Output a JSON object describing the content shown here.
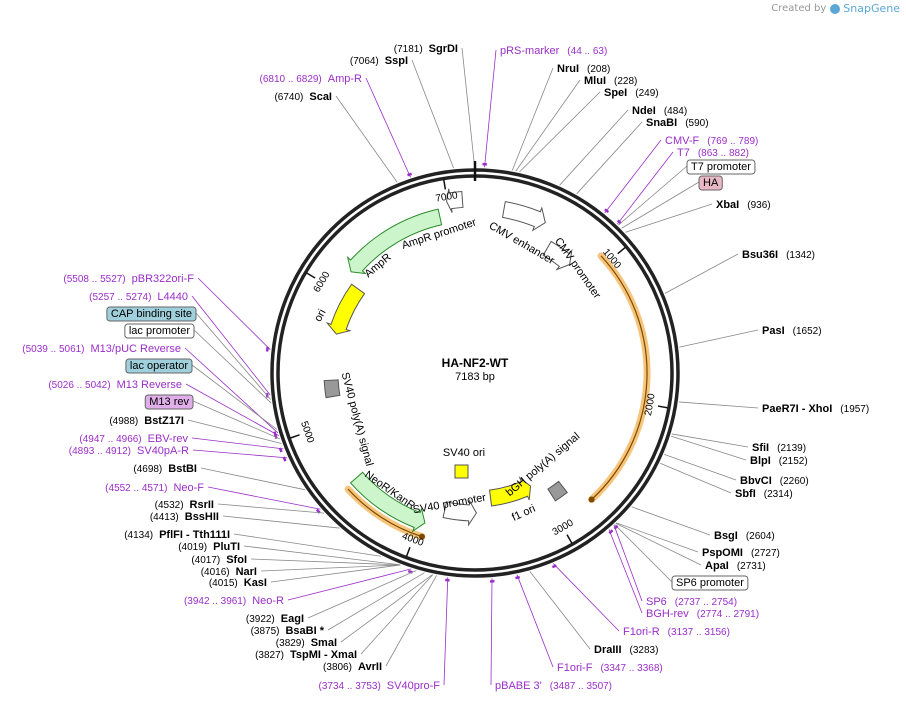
{
  "watermark": {
    "prefix": "Created by",
    "brand": "SnapGene"
  },
  "plasmid": {
    "name": "HA-NF2-WT",
    "length_label": "7183 bp",
    "length_bp": 7183
  },
  "colors": {
    "primer": "#9a2ec8",
    "text": "#000000",
    "line": "#888888"
  },
  "ticks": [
    {
      "label": "1000",
      "pos": 1000
    },
    {
      "label": "2000",
      "pos": 2000
    },
    {
      "label": "3000",
      "pos": 3000
    },
    {
      "label": "4000",
      "pos": 4000
    },
    {
      "label": "5000",
      "pos": 5000
    },
    {
      "label": "6000",
      "pos": 6000
    },
    {
      "label": "7000",
      "pos": 7000
    }
  ],
  "features": [
    {
      "label": "AmpR promoter",
      "kind": "promoter",
      "start": 7100,
      "end": 6995,
      "ring": 0.87,
      "color": "#ffffff"
    },
    {
      "label": "AmpR",
      "kind": "cds",
      "start": 6930,
      "end": 6170,
      "ring": 0.8,
      "color": "#ccf5cc"
    },
    {
      "label": "ori",
      "kind": "origin",
      "start": 6100,
      "end": 5700,
      "ring": 0.72,
      "color": "#ffff00"
    },
    {
      "label": "CMV enhancer",
      "kind": "enhancer",
      "start": 200,
      "end": 500,
      "ring": 0.83,
      "color": "#ffffff"
    },
    {
      "label": "CMV promoter",
      "kind": "promoter",
      "start": 600,
      "end": 820,
      "ring": 0.72,
      "color": "#ffffff"
    },
    {
      "label": "SV40 poly(A) signal",
      "kind": "terminator",
      "start": 5200,
      "end": 5330,
      "ring": 0.72,
      "color": "#999999"
    },
    {
      "label": "SV40 ori",
      "kind": "origin",
      "start": 3780,
      "end": 3880,
      "ring": 0.35,
      "color": "#ffff00"
    },
    {
      "label": "SV40 promoter",
      "kind": "promoter",
      "start": 3840,
      "end": 3580,
      "ring": 0.7,
      "color": "#ffffff"
    },
    {
      "label": "NeoR/KanR",
      "kind": "cds",
      "start": 4560,
      "end": 3960,
      "ring": 0.79,
      "color": "#ccf5cc"
    },
    {
      "label": "bGH poly(A) signal",
      "kind": "terminator",
      "start": 2840,
      "end": 2950,
      "ring": 0.72,
      "color": "#999999"
    },
    {
      "label": "f1 ori",
      "kind": "origin",
      "start": 3450,
      "end": 3070,
      "ring": 0.63,
      "color": "#ffff00"
    }
  ],
  "orange_arcs": [
    {
      "start": 940,
      "end": 2740
    },
    {
      "start": 4540,
      "end": 3950
    }
  ],
  "labels_right": [
    {
      "name": "pRS-marker",
      "range": "(44 .. 63)",
      "kind": "primer",
      "pos": 53
    },
    {
      "name": "NruI",
      "range": "(208)",
      "kind": "site",
      "pos": 208
    },
    {
      "name": "MluI",
      "range": "(228)",
      "kind": "site",
      "pos": 228
    },
    {
      "name": "SpeI",
      "range": "(249)",
      "kind": "site",
      "pos": 249
    },
    {
      "name": "NdeI",
      "range": "(484)",
      "kind": "site",
      "pos": 484
    },
    {
      "name": "SnaBI",
      "range": "(590)",
      "kind": "site",
      "pos": 590
    },
    {
      "name": "CMV-F",
      "range": "(769 .. 789)",
      "kind": "primer",
      "pos": 779
    },
    {
      "name": "T7",
      "range": "(863 .. 882)",
      "kind": "primer",
      "pos": 872
    },
    {
      "name": "T7 promoter",
      "range": "",
      "kind": "boxed",
      "pos": 880
    },
    {
      "name": "HA",
      "range": "",
      "kind": "boxed-pink",
      "pos": 905
    },
    {
      "name": "XbaI",
      "range": "(936)",
      "kind": "site",
      "pos": 936
    },
    {
      "name": "Bsu36I",
      "range": "(1342)",
      "kind": "site",
      "pos": 1342
    },
    {
      "name": "PasI",
      "range": "(1652)",
      "kind": "site",
      "pos": 1652
    },
    {
      "name": "PaeR7I  - XhoI",
      "range": "(1957)",
      "kind": "site",
      "pos": 1957
    },
    {
      "name": "SfiI",
      "range": "(2139)",
      "kind": "site",
      "pos": 2139
    },
    {
      "name": "BlpI",
      "range": "(2152)",
      "kind": "site",
      "pos": 2152
    },
    {
      "name": "BbvCI",
      "range": "(2260)",
      "kind": "site",
      "pos": 2260
    },
    {
      "name": "SbfI",
      "range": "(2314)",
      "kind": "site",
      "pos": 2314
    },
    {
      "name": "BsgI",
      "range": "(2604)",
      "kind": "site",
      "pos": 2604
    },
    {
      "name": "PspOMI",
      "range": "(2727)",
      "kind": "site",
      "pos": 2727
    },
    {
      "name": "ApaI",
      "range": "(2731)",
      "kind": "site",
      "pos": 2731
    },
    {
      "name": "SP6 promoter",
      "range": "",
      "kind": "boxed",
      "pos": 2740
    },
    {
      "name": "SP6",
      "range": "(2737 .. 2754)",
      "kind": "primer",
      "pos": 2745
    },
    {
      "name": "BGH-rev",
      "range": "(2774 .. 2791)",
      "kind": "primer",
      "pos": 2782
    },
    {
      "name": "F1ori-R",
      "range": "(3137 .. 3156)",
      "kind": "primer",
      "pos": 3146
    },
    {
      "name": "DraIII",
      "range": "(3283)",
      "kind": "site",
      "pos": 3283
    },
    {
      "name": "F1ori-F",
      "range": "(3347 .. 3368)",
      "kind": "primer",
      "pos": 3357
    },
    {
      "name": "pBABE 3'",
      "range": "(3487 .. 3507)",
      "kind": "primer",
      "pos": 3497
    }
  ],
  "labels_left": [
    {
      "name": "SgrDI",
      "range": "(7181)",
      "kind": "site",
      "pos": 7181
    },
    {
      "name": "SspI",
      "range": "(7064)",
      "kind": "site",
      "pos": 7064
    },
    {
      "name": "Amp-R",
      "range": "(6810 .. 6829)",
      "kind": "primer",
      "pos": 6819
    },
    {
      "name": "ScaI",
      "range": "(6740)",
      "kind": "site",
      "pos": 6740
    },
    {
      "name": "pBR322ori-F",
      "range": "(5508 .. 5527)",
      "kind": "primer",
      "pos": 5517
    },
    {
      "name": "L4440",
      "range": "(5257 .. 5274)",
      "kind": "primer",
      "pos": 5265
    },
    {
      "name": "CAP binding site",
      "range": "",
      "kind": "boxed-teal",
      "pos": 5240
    },
    {
      "name": "lac promoter",
      "range": "",
      "kind": "boxed",
      "pos": 5220
    },
    {
      "name": "M13/pUC Reverse",
      "range": "(5039 .. 5061)",
      "kind": "primer",
      "pos": 5050
    },
    {
      "name": "lac operator",
      "range": "",
      "kind": "boxed-teal",
      "pos": 5070
    },
    {
      "name": "M13 Reverse",
      "range": "(5026 .. 5042)",
      "kind": "primer",
      "pos": 5034
    },
    {
      "name": "M13 rev",
      "range": "",
      "kind": "boxed-violet",
      "pos": 5015
    },
    {
      "name": "BstZ17I",
      "range": "(4988)",
      "kind": "site",
      "pos": 4988
    },
    {
      "name": "EBV-rev",
      "range": "(4947 .. 4966)",
      "kind": "primer",
      "pos": 4956
    },
    {
      "name": "SV40pA-R",
      "range": "(4893 .. 4912)",
      "kind": "primer",
      "pos": 4902
    },
    {
      "name": "BstBI",
      "range": "(4698)",
      "kind": "site",
      "pos": 4698
    },
    {
      "name": "Neo-F",
      "range": "(4552 .. 4571)",
      "kind": "primer",
      "pos": 4561
    },
    {
      "name": "RsrII",
      "range": "(4532)",
      "kind": "site",
      "pos": 4532
    },
    {
      "name": "BssHII",
      "range": "(4413)",
      "kind": "site",
      "pos": 4413
    },
    {
      "name": "PflFI  - Tth111I",
      "range": "(4134)",
      "kind": "site",
      "pos": 4134
    },
    {
      "name": "PluTI",
      "range": "(4019)",
      "kind": "site",
      "pos": 4019
    },
    {
      "name": "SfoI",
      "range": "(4017)",
      "kind": "site",
      "pos": 4017
    },
    {
      "name": "NarI",
      "range": "(4016)",
      "kind": "site",
      "pos": 4016
    },
    {
      "name": "KasI",
      "range": "(4015)",
      "kind": "site",
      "pos": 4015
    },
    {
      "name": "Neo-R",
      "range": "(3942 .. 3961)",
      "kind": "primer",
      "pos": 3951
    },
    {
      "name": "EagI",
      "range": "(3922)",
      "kind": "site",
      "pos": 3922
    },
    {
      "name": "BsaBI *",
      "range": "(3875)",
      "kind": "site",
      "pos": 3875
    },
    {
      "name": "SmaI",
      "range": "(3829)",
      "kind": "site",
      "pos": 3829
    },
    {
      "name": "TspMI  - XmaI",
      "range": "(3827)",
      "kind": "site",
      "pos": 3827
    },
    {
      "name": "AvrII",
      "range": "(3806)",
      "kind": "site",
      "pos": 3806
    },
    {
      "name": "SV40pro-F",
      "range": "(3734 .. 3753)",
      "kind": "primer",
      "pos": 3743
    }
  ]
}
